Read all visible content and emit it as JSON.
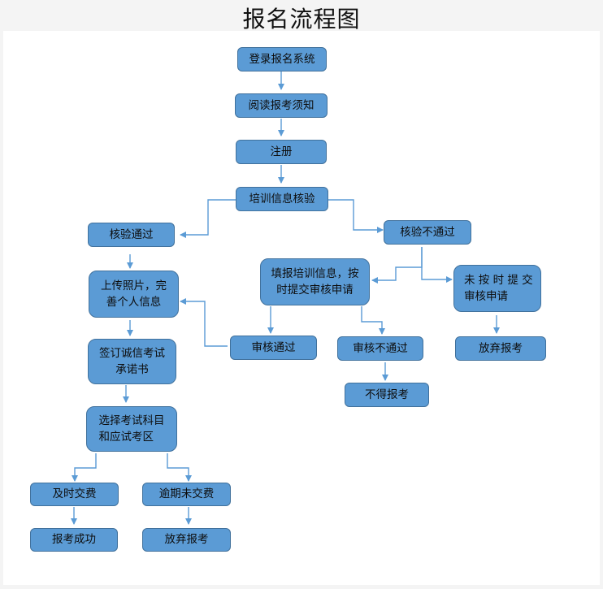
{
  "title": "报名流程图",
  "colors": {
    "box_fill": "#5b9bd5",
    "box_border": "#41719c",
    "connector": "#5b9bd5"
  },
  "nodes": {
    "login": "登录报名系统",
    "read_notice": "阅读报考须知",
    "register": "注册",
    "verify_info": "培训信息核验",
    "verify_pass": "核验通过",
    "verify_fail": "核验不通过",
    "upload_photo_l1": "上传照片，完",
    "upload_photo_l2": "善个人信息",
    "refill_l1": "填报培训信息，按",
    "refill_l2": "时提交审核申请",
    "no_submit_l1": "未 按 时 提 交",
    "no_submit_l2": "审核申请",
    "sign_l1": "签订诚信考试",
    "sign_l2": "承诺书",
    "review_pass": "审核通过",
    "review_fail": "审核不通过",
    "give_up_1": "放弃报考",
    "cannot_apply": "不得报考",
    "choose_l1": "选择考试科目",
    "choose_l2": "和应试考区",
    "pay_on_time": "及时交费",
    "pay_overdue": "逾期未交费",
    "apply_success": "报考成功",
    "give_up_2": "放弃报考"
  }
}
